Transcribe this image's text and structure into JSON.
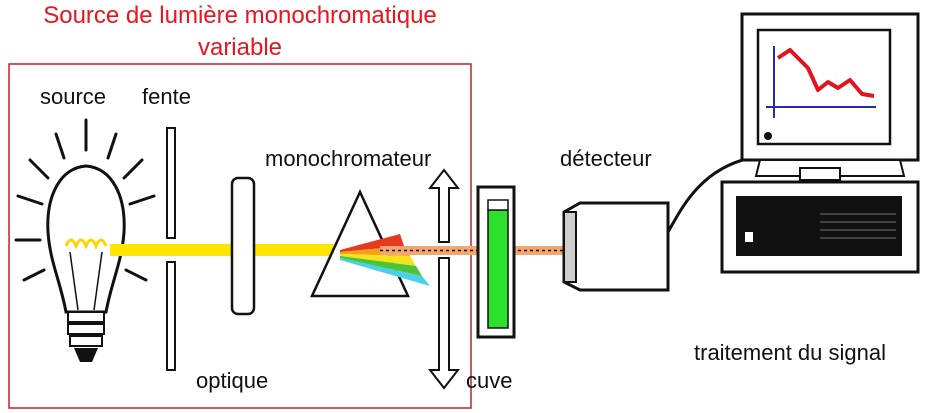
{
  "title": {
    "line1": "Source de lumière monochromatique",
    "line2": "variable"
  },
  "labels": {
    "source": "source",
    "fente": "fente",
    "monochromateur": "monochromateur",
    "detecteur": "détecteur",
    "optique": "optique",
    "cuve": "cuve",
    "traitement": "traitement du signal"
  },
  "colors": {
    "title": "#e8141e",
    "frame": "#c0222a",
    "beam_white": "#ffe600",
    "beam_mono": "#f4a66f",
    "solution": "#2ee02e",
    "curve": "#e2141e",
    "axes": "#2a2aa8",
    "filament": "#ffd400"
  }
}
